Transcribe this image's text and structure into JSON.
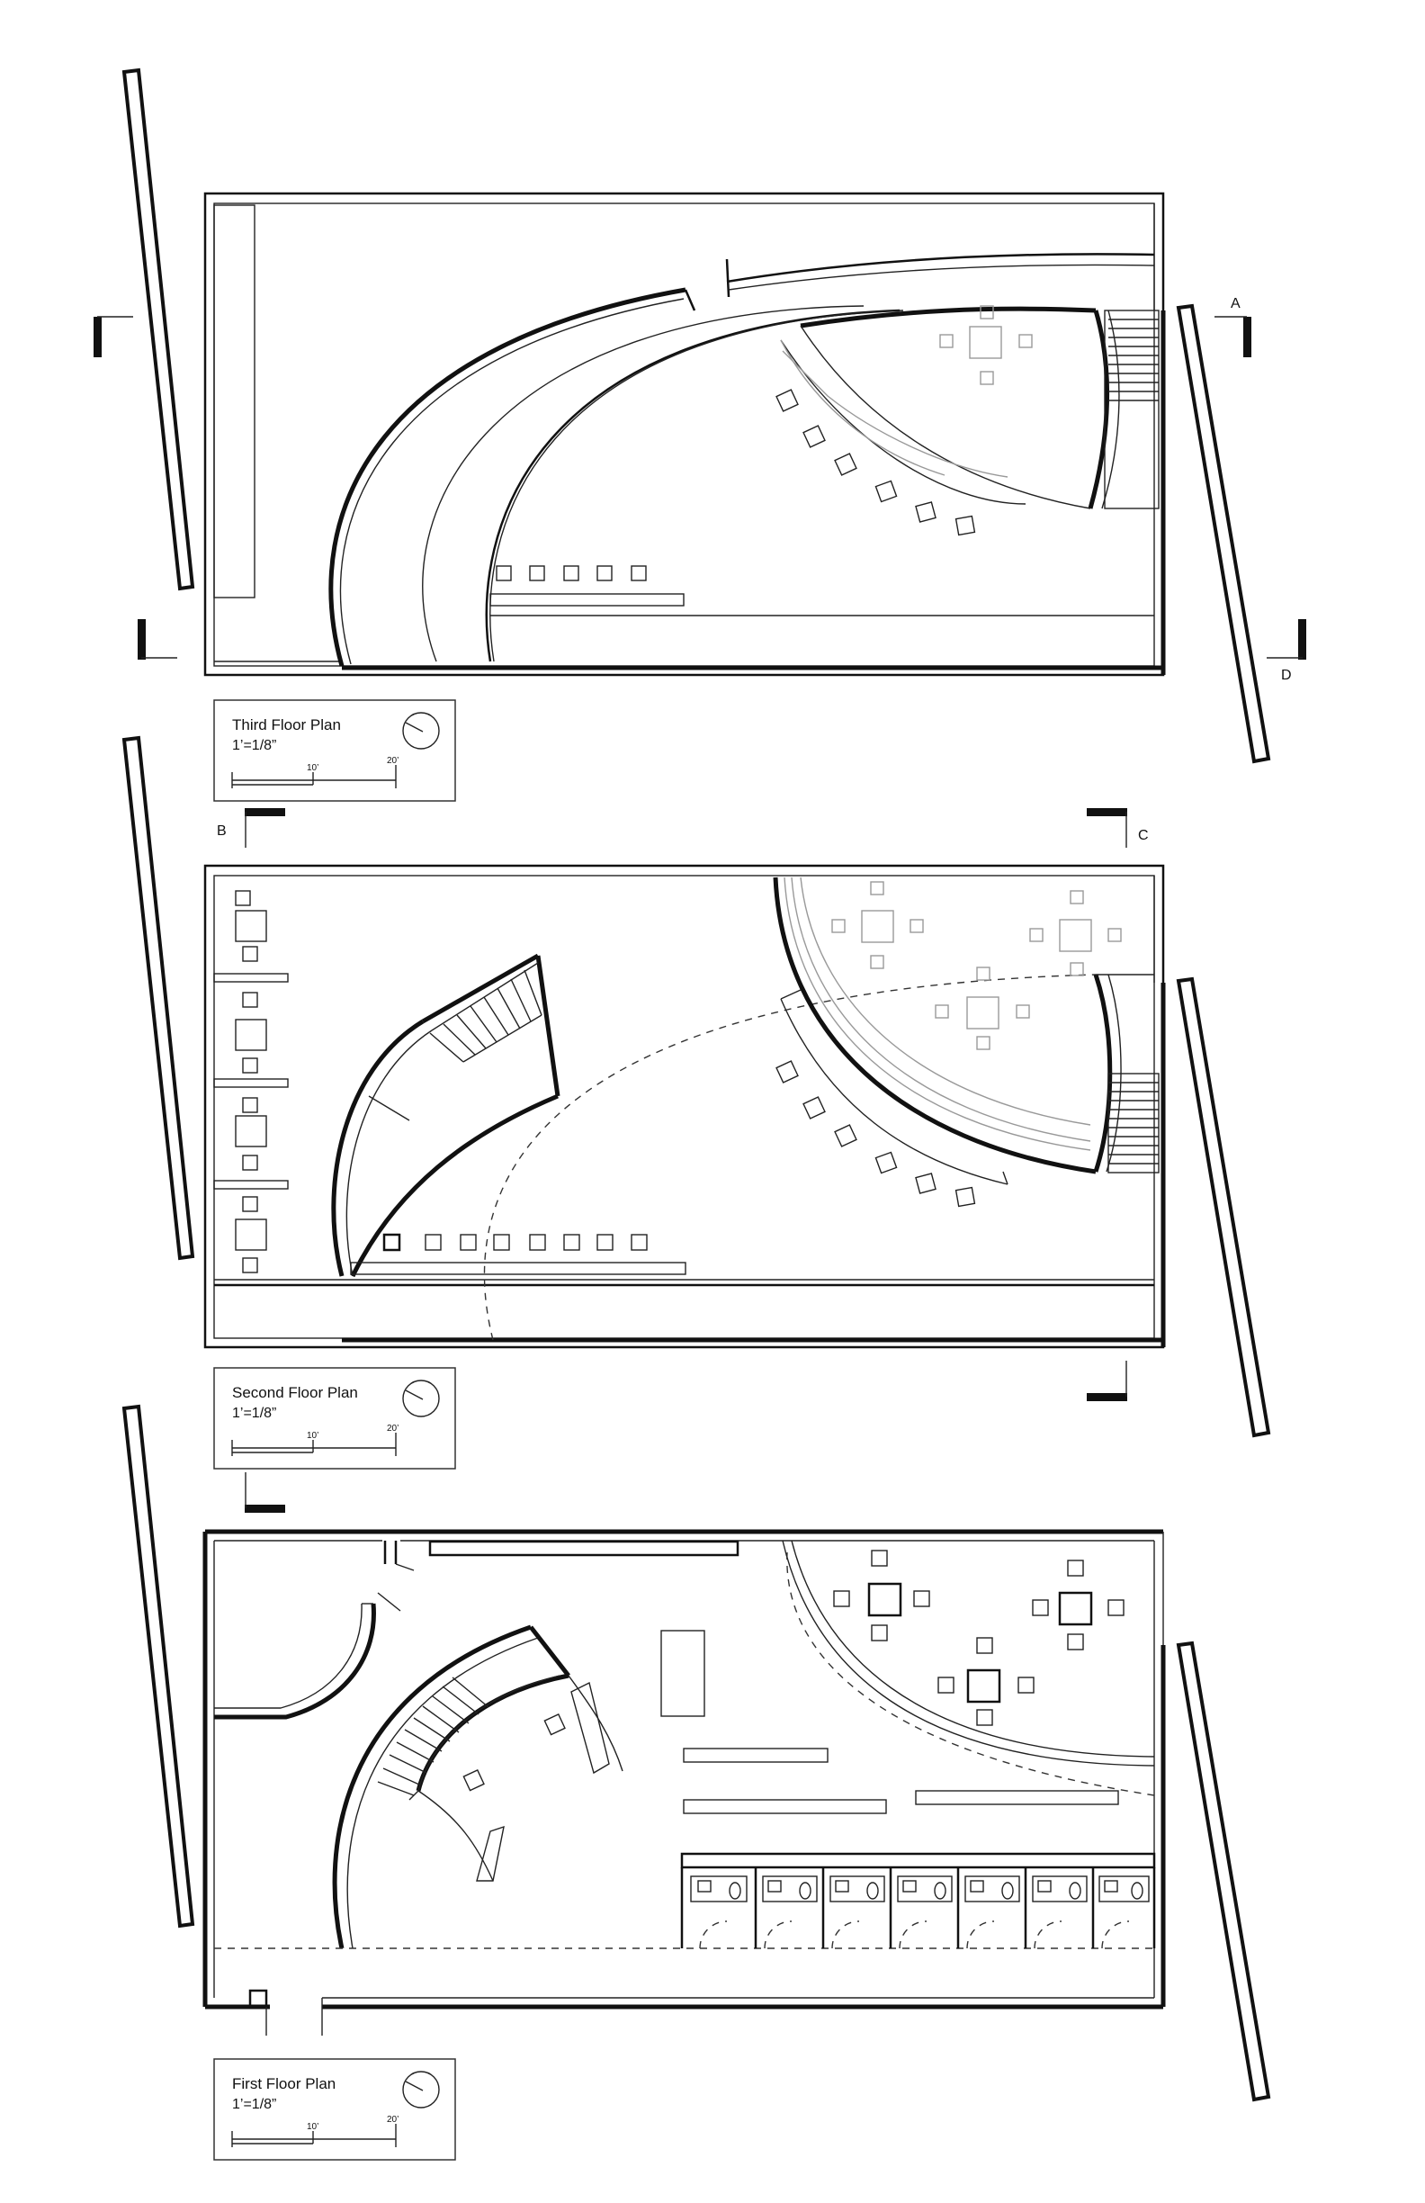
{
  "plans": [
    {
      "title": "Third Floor Plan",
      "scale": "1’=1/8”",
      "scale_ticks": [
        "10’",
        "20’"
      ]
    },
    {
      "title": "Second Floor Plan",
      "scale": "1’=1/8”",
      "scale_ticks": [
        "10’",
        "20’"
      ]
    },
    {
      "title": "First Floor Plan",
      "scale": "1’=1/8”",
      "scale_ticks": [
        "10’",
        "20’"
      ]
    }
  ],
  "section_markers": {
    "a": "A",
    "b": "B",
    "c": "C",
    "d": "D"
  },
  "icons": [
    "north-arrow-icon",
    "toilet-icon",
    "sink-icon"
  ]
}
